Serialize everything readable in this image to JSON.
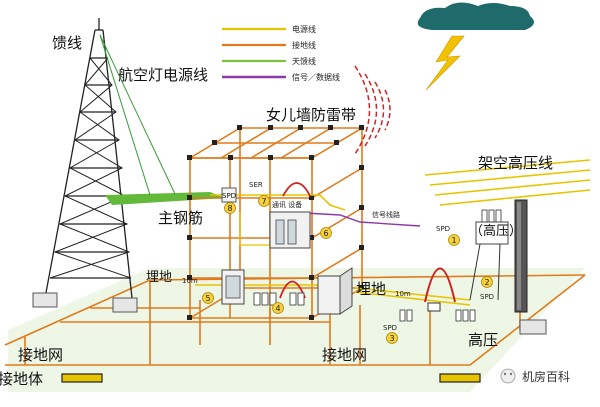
{
  "legend": {
    "items": [
      {
        "label": "电源线",
        "color": "#e8c400"
      },
      {
        "label": "接地线",
        "color": "#e07a1a"
      },
      {
        "label": "天馈线",
        "color": "#7cc242"
      },
      {
        "label": "信号／数据线",
        "color": "#8a3aa8"
      }
    ]
  },
  "labels": {
    "feeder": "馈线",
    "aviation_light_power": "航空灯电源线",
    "parapet_lightning_belt": "女儿墙防雷带",
    "main_rebar": "主钢筋",
    "overhead_hv_line": "架空高压线",
    "high_voltage_box": "（高压）",
    "high_voltage": "高压",
    "buried_left": "埋地",
    "buried_right": "埋地",
    "ground_grid_left": "接地网",
    "ground_grid_center": "接地网",
    "ground_body": "接地体",
    "signal_line": "信号线路",
    "communication_equipment": "通讯 设备",
    "ser_tag": "SER",
    "spd": "SPD",
    "spd_tag_a": "SPD",
    "spd_tag_b": "SPD",
    "spd_tag_c": "SPD",
    "length_left": "10m",
    "length_right": "10m",
    "watermark": "机房百科"
  },
  "markers": [
    "1",
    "2",
    "3",
    "4",
    "5",
    "6",
    "7",
    "8"
  ],
  "colors": {
    "ground": "#e07a1a",
    "power": "#e8c400",
    "antenna": "#7cc242",
    "signal": "#8a3aa8",
    "lightning": "#f2c200",
    "cloud": "#1f6b6b",
    "wave": "#d02020"
  }
}
